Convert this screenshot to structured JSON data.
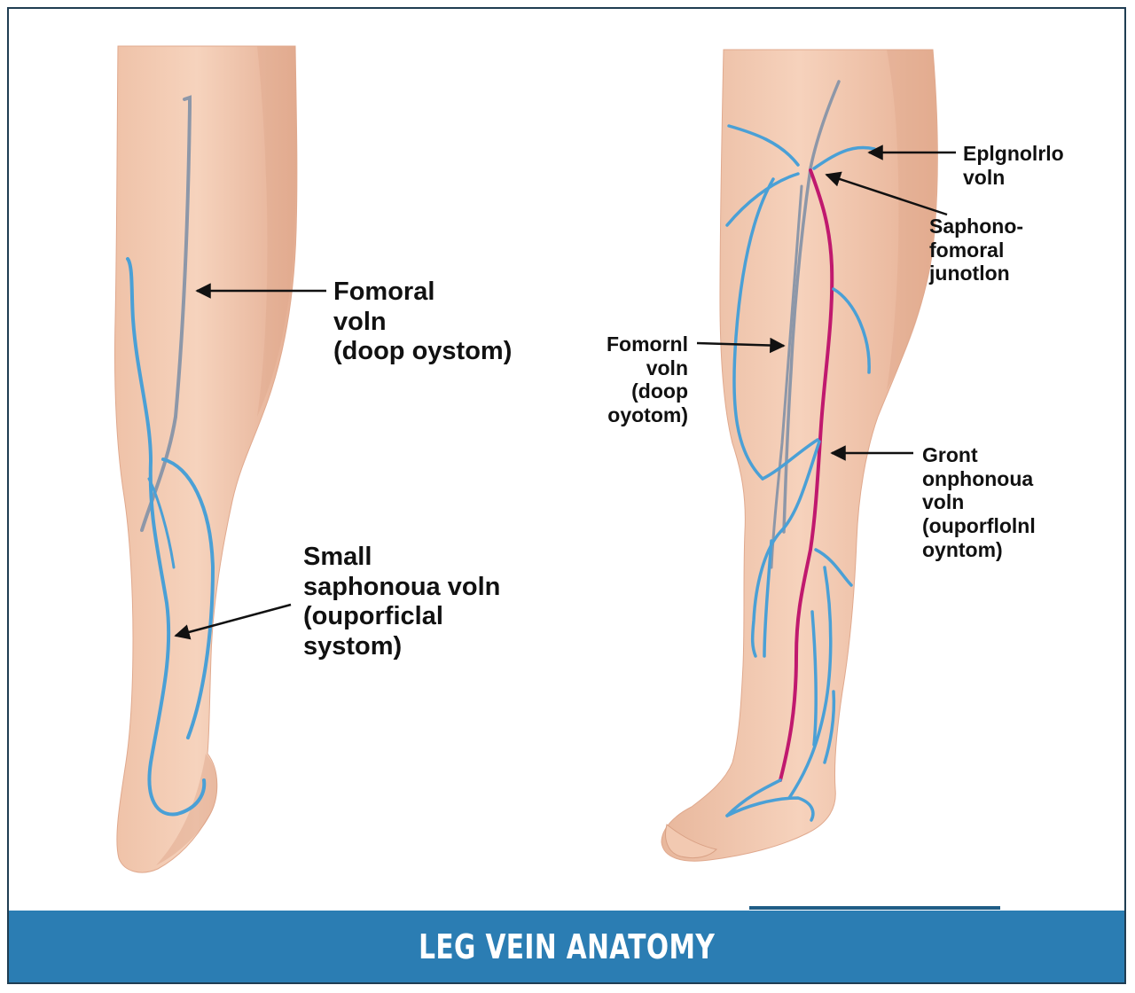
{
  "labels": {
    "left_femoral": "Fomoral\nvoln\n(doop oystom)",
    "left_small_saphenous": "Small\nsaphonoua voln\n(ouporficlal\nsystom)",
    "right_epigastric": "Eplgnolrlo\nvoln",
    "right_junction": "Saphono-\nfomoral\njunotlon",
    "right_femoral": "Fomornl\nvoln\n(doop\noyotom)",
    "right_great_saphenous": "Gront\nonphonoua\nvoln\n(ouporflolnl\noyntom)"
  },
  "footer": {
    "title": "LEG VEIN ANATOMY"
  },
  "colors": {
    "skin_light": "#f6d2bc",
    "skin_mid": "#ebb99e",
    "skin_shadow": "#d99f83",
    "vein_blue": "#4aa0d6",
    "vein_deep": "#8d97a8",
    "great_saphenous": "#c0196e",
    "footer_blue": "#2b7db3"
  }
}
